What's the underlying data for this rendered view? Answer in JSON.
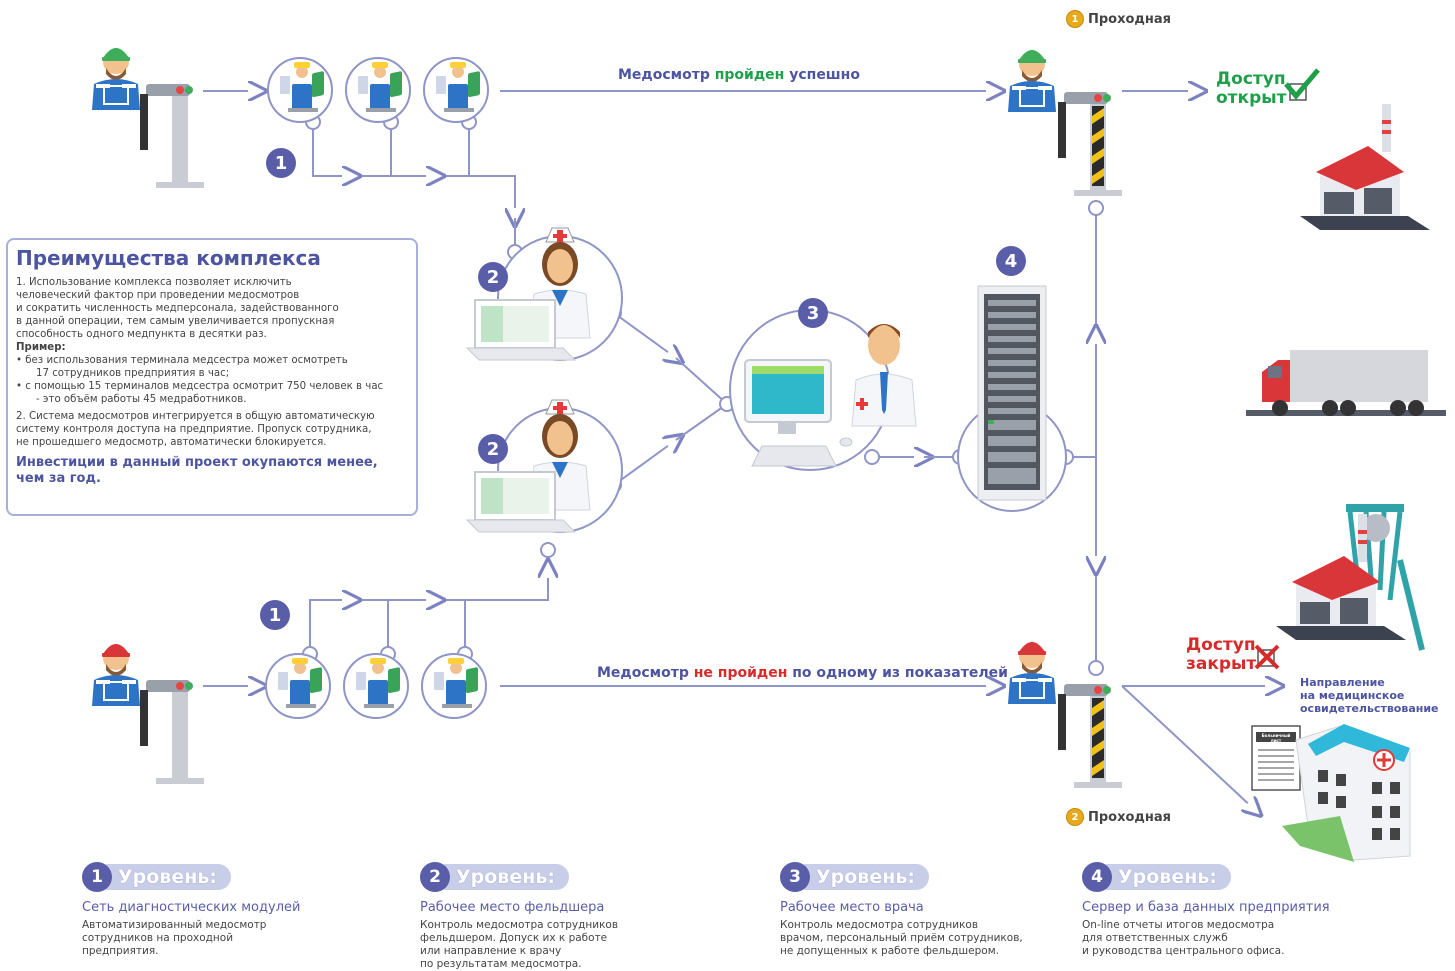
{
  "checkpoint_1": {
    "num": "1",
    "label": "Проходная"
  },
  "checkpoint_2": {
    "num": "2",
    "label": "Проходная"
  },
  "flow_top": {
    "pre": "Медосмотр ",
    "ok": "пройден",
    "post": " успешно"
  },
  "flow_bottom": {
    "pre": "Медосмотр ",
    "bad": "не пройден",
    "post": " по одному из показателей"
  },
  "access_open": {
    "line1": "Доступ",
    "line2": "открыт"
  },
  "access_closed": {
    "line1": "Доступ",
    "line2": "закрыт"
  },
  "referral": {
    "line1": "Направление",
    "line2": "на медицинское",
    "line3": "освидетельствование"
  },
  "sick_leave": "Больничный лист",
  "badges": {
    "b1": "1",
    "b2": "2",
    "b3": "3",
    "b4": "4"
  },
  "advantages": {
    "title": "Преимущества комплекса",
    "item1_l1": "1. Использование комплекса позволяет исключить",
    "item1_l2": "человеческий фактор при проведении медосмотров",
    "item1_l3": "и сократить численность медперсонала, задействованного",
    "item1_l4": "в данной операции, тем самым увеличивается пропускная",
    "item1_l5": "способность одного медпункта в десятки раз.",
    "example": "Пример:",
    "bullet1_l1": "• без использования терминала медсестра может осмотреть",
    "bullet1_l2": "17 сотрудников предприятия в час;",
    "bullet2_l1": "• с помощью 15 терминалов медсестра осмотрит 750 человек в час",
    "bullet2_l2": "- это объём работы 45 медработников.",
    "item2_l1": "2. Система медосмотров интегрируется в общую автоматическую",
    "item2_l2": "систему контроля доступа на предприятие. Пропуск сотрудника,",
    "item2_l3": "не прошедшего медосмотр, автоматически блокируется.",
    "footer_l1": "Инвестиции в данный проект окупаются менее,",
    "footer_l2": "чем за год."
  },
  "levels": [
    {
      "num": "1",
      "label": "Уровень:",
      "subtitle": "Сеть диагностических модулей",
      "d1": "Автоматизированный медосмотр",
      "d2": "сотрудников на проходной",
      "d3": "предприятия.",
      "d4": ""
    },
    {
      "num": "2",
      "label": "Уровень:",
      "subtitle": "Рабочее место фельдшера",
      "d1": "Контроль медосмотра сотрудников",
      "d2": "фельдшером. Допуск их к работе",
      "d3": "или направление к врачу",
      "d4": "по результатам медосмотра."
    },
    {
      "num": "3",
      "label": "Уровень:",
      "subtitle": "Рабочее место врача",
      "d1": "Контроль медосмотра сотрудников",
      "d2": "врачом, персональный приём сотрудников,",
      "d3": "не допущенных к работе фельдшером.",
      "d4": ""
    },
    {
      "num": "4",
      "label": "Уровень:",
      "subtitle": "Сервер и база данных предприятия",
      "d1": "On-line отчеты итогов медосмотра",
      "d2": "для ответственных служб",
      "d3": "и руководства центрального офиса.",
      "d4": ""
    }
  ],
  "colors": {
    "line": "#8f95c7",
    "accent": "#5a5ea8",
    "ok": "#1f9f4a",
    "bad": "#d62b2b"
  },
  "icons": [
    "worker-icon",
    "turnstile-icon",
    "diagnostic-module-icon",
    "nurse-icon",
    "laptop-icon",
    "doctor-icon",
    "computer-icon",
    "server-rack-icon",
    "factory-icon",
    "truck-icon",
    "mine-icon",
    "hospital-icon",
    "checkmark-icon",
    "cross-icon"
  ]
}
